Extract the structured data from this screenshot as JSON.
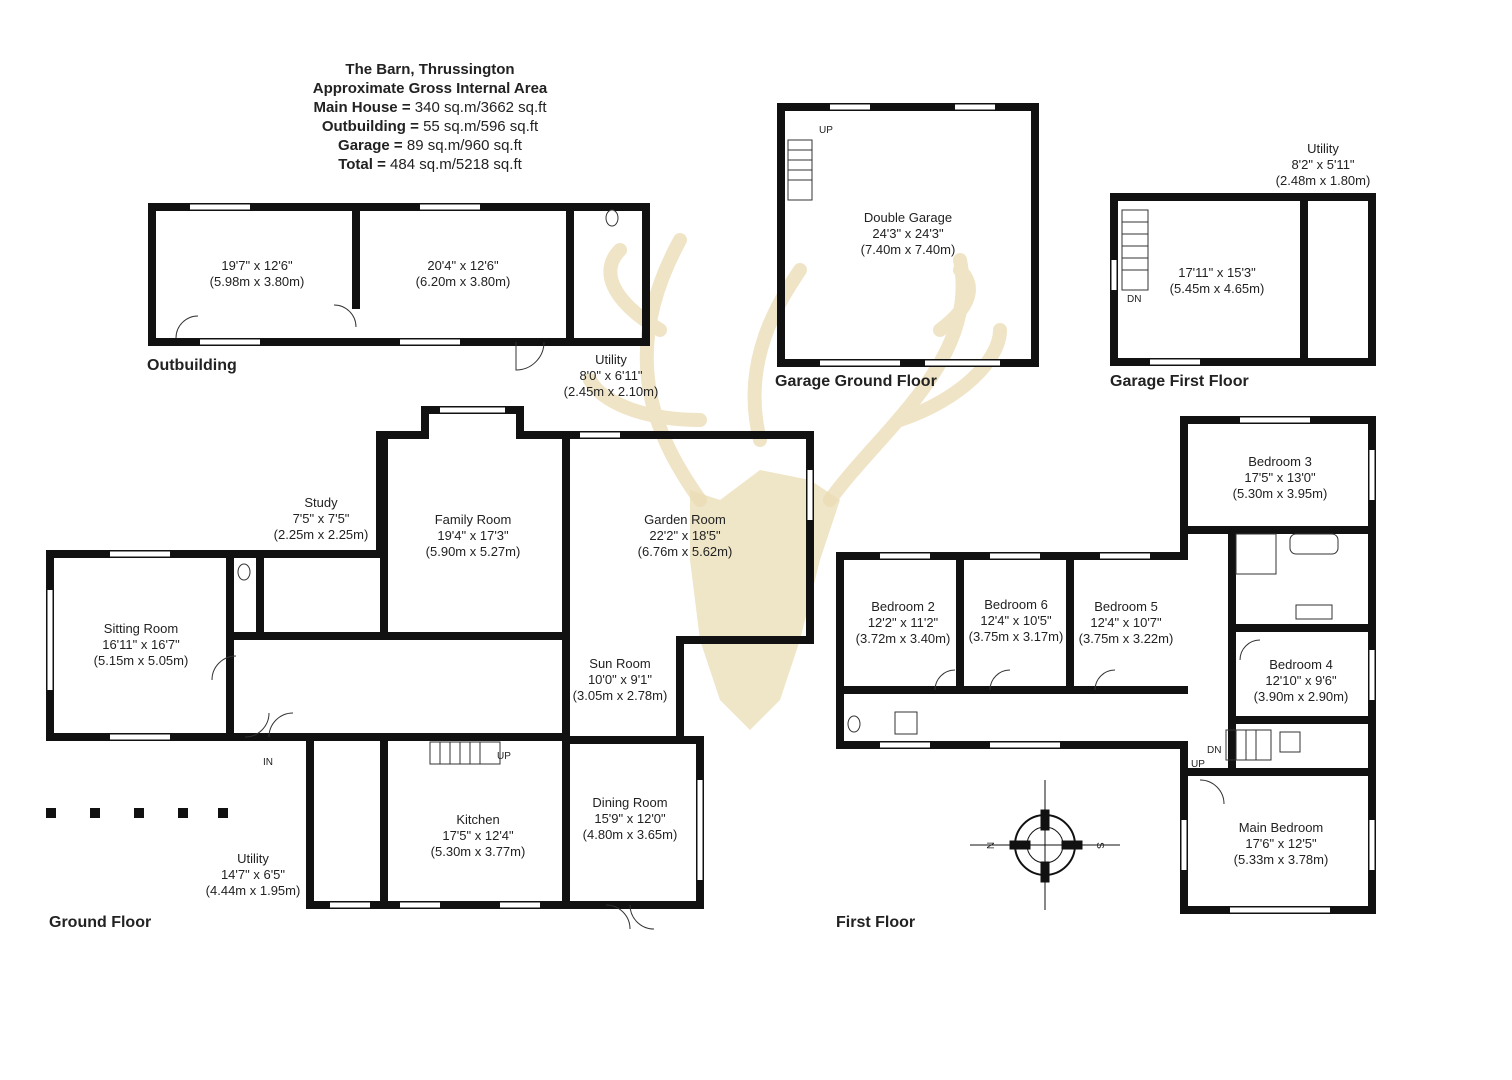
{
  "header": {
    "title": "The Barn, Thrussington",
    "subtitle": "Approximate Gross Internal Area",
    "areas": [
      {
        "label": "Main House",
        "value": "340 sq.m/3662 sq.ft"
      },
      {
        "label": "Outbuilding",
        "value": "55 sq.m/596 sq.ft"
      },
      {
        "label": "Garage",
        "value": "89 sq.m/960 sq.ft"
      },
      {
        "label": "Total",
        "value": "484 sq.m/5218 sq.ft"
      }
    ]
  },
  "floors": {
    "outbuilding": "Outbuilding",
    "garage_ground": "Garage Ground Floor",
    "garage_first": "Garage First Floor",
    "ground": "Ground Floor",
    "first": "First Floor"
  },
  "rooms": {
    "out1": {
      "name": "",
      "imperial": "19'7\" x 12'6\"",
      "metric": "(5.98m x 3.80m)"
    },
    "out2": {
      "name": "",
      "imperial": "20'4\" x 12'6\"",
      "metric": "(6.20m x 3.80m)"
    },
    "utility_out": {
      "name": "Utility",
      "imperial": "8'0\" x 6'11\"",
      "metric": "(2.45m x 2.10m)"
    },
    "double_garage": {
      "name": "Double Garage",
      "imperial": "24'3\" x 24'3\"",
      "metric": "(7.40m x 7.40m)"
    },
    "garage_room": {
      "name": "",
      "imperial": "17'11\" x 15'3\"",
      "metric": "(5.45m x 4.65m)"
    },
    "utility_garage": {
      "name": "Utility",
      "imperial": "8'2\" x 5'11\"",
      "metric": "(2.48m x 1.80m)"
    },
    "study": {
      "name": "Study",
      "imperial": "7'5\" x 7'5\"",
      "metric": "(2.25m x 2.25m)"
    },
    "family": {
      "name": "Family Room",
      "imperial": "19'4\" x 17'3\"",
      "metric": "(5.90m x 5.27m)"
    },
    "garden": {
      "name": "Garden Room",
      "imperial": "22'2\" x 18'5\"",
      "metric": "(6.76m x 5.62m)"
    },
    "sitting": {
      "name": "Sitting Room",
      "imperial": "16'11\" x 16'7\"",
      "metric": "(5.15m x 5.05m)"
    },
    "sun": {
      "name": "Sun Room",
      "imperial": "10'0\" x 9'1\"",
      "metric": "(3.05m x 2.78m)"
    },
    "kitchen": {
      "name": "Kitchen",
      "imperial": "17'5\" x 12'4\"",
      "metric": "(5.30m x 3.77m)"
    },
    "dining": {
      "name": "Dining Room",
      "imperial": "15'9\" x 12'0\"",
      "metric": "(4.80m x 3.65m)"
    },
    "utility_ground": {
      "name": "Utility",
      "imperial": "14'7\" x 6'5\"",
      "metric": "(4.44m x 1.95m)"
    },
    "bed3": {
      "name": "Bedroom 3",
      "imperial": "17'5\" x 13'0\"",
      "metric": "(5.30m x 3.95m)"
    },
    "bed2": {
      "name": "Bedroom 2",
      "imperial": "12'2\" x 11'2\"",
      "metric": "(3.72m x 3.40m)"
    },
    "bed6": {
      "name": "Bedroom 6",
      "imperial": "12'4\" x 10'5\"",
      "metric": "(3.75m x 3.17m)"
    },
    "bed5": {
      "name": "Bedroom 5",
      "imperial": "12'4\" x 10'7\"",
      "metric": "(3.75m x 3.22m)"
    },
    "bed4": {
      "name": "Bedroom 4",
      "imperial": "12'10\" x 9'6\"",
      "metric": "(3.90m x 2.90m)"
    },
    "main_bed": {
      "name": "Main Bedroom",
      "imperial": "17'6\" x 12'5\"",
      "metric": "(5.33m x 3.78m)"
    }
  },
  "markers": {
    "up": "UP",
    "dn": "DN",
    "in": "IN"
  },
  "compass": {
    "n": "N",
    "s": "S"
  },
  "icons": [
    "stag-watermark-icon",
    "compass-icon",
    "toilet-icon",
    "sink-icon",
    "bath-icon",
    "shower-icon",
    "staircase-icon",
    "door-swing-icon"
  ],
  "colors": {
    "wall": "#111111",
    "watermark": "#e8d6a6",
    "window": "#ffffff"
  }
}
